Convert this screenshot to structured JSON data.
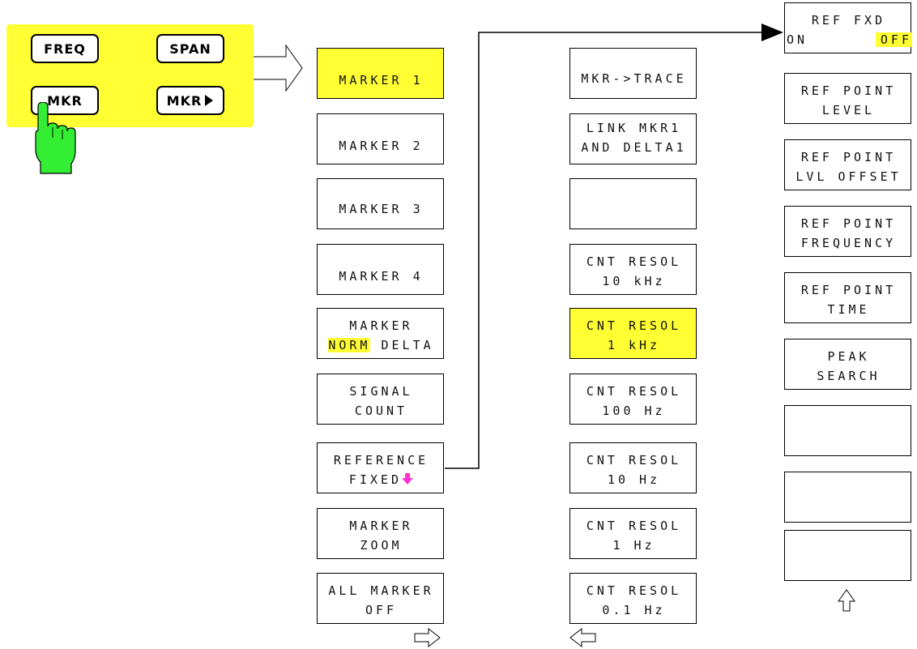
{
  "hardkeys": {
    "freq": "FREQ",
    "span": "SPAN",
    "mkr": "MKR",
    "mkr_arrow": "MKR"
  },
  "menu_marker": {
    "marker1": "MARKER 1",
    "marker2": "MARKER 2",
    "marker3": "MARKER 3",
    "marker4": "MARKER 4",
    "marker_norm_delta": {
      "line1": "MARKER",
      "norm": "NORM",
      "delta": " DELTA"
    },
    "signal_count": {
      "line1": "SIGNAL",
      "line2": "COUNT"
    },
    "reference_fixed": {
      "line1": "REFERENCE",
      "line2": "FIXED"
    },
    "marker_zoom": {
      "line1": "MARKER",
      "line2": "ZOOM"
    },
    "all_marker_off": {
      "line1": "ALL MARKER",
      "line2": "OFF"
    }
  },
  "menu_count": {
    "mkr_trace": "MKR->TRACE",
    "link": {
      "line1": "LINK MKR1",
      "line2": "AND DELTA1"
    },
    "cnt_10khz": {
      "line1": "CNT RESOL",
      "line2": "10 kHz"
    },
    "cnt_1khz": {
      "line1": "CNT RESOL",
      "line2": "1 kHz"
    },
    "cnt_100hz": {
      "line1": "CNT RESOL",
      "line2": "100 Hz"
    },
    "cnt_10hz": {
      "line1": "CNT RESOL",
      "line2": "10 Hz"
    },
    "cnt_1hz": {
      "line1": "CNT RESOL",
      "line2": "1 Hz"
    },
    "cnt_01hz": {
      "line1": "CNT RESOL",
      "line2": "0.1 Hz"
    }
  },
  "menu_ref": {
    "ref_fxd": {
      "line1": "REF FXD",
      "on": "ON",
      "off": "OFF"
    },
    "ref_point_level": {
      "line1": "REF POINT",
      "line2": "LEVEL"
    },
    "ref_point_lvl_offset": {
      "line1": "REF POINT",
      "line2": "LVL OFFSET"
    },
    "ref_point_frequency": {
      "line1": "REF POINT",
      "line2": "FREQUENCY"
    },
    "ref_point_time": {
      "line1": "REF POINT",
      "line2": "TIME"
    },
    "peak_search": {
      "line1": "PEAK",
      "line2": "SEARCH"
    }
  },
  "colors": {
    "highlight": "#ffff33",
    "hand": "#33ee33",
    "down_arrow": "#ff33cc"
  }
}
